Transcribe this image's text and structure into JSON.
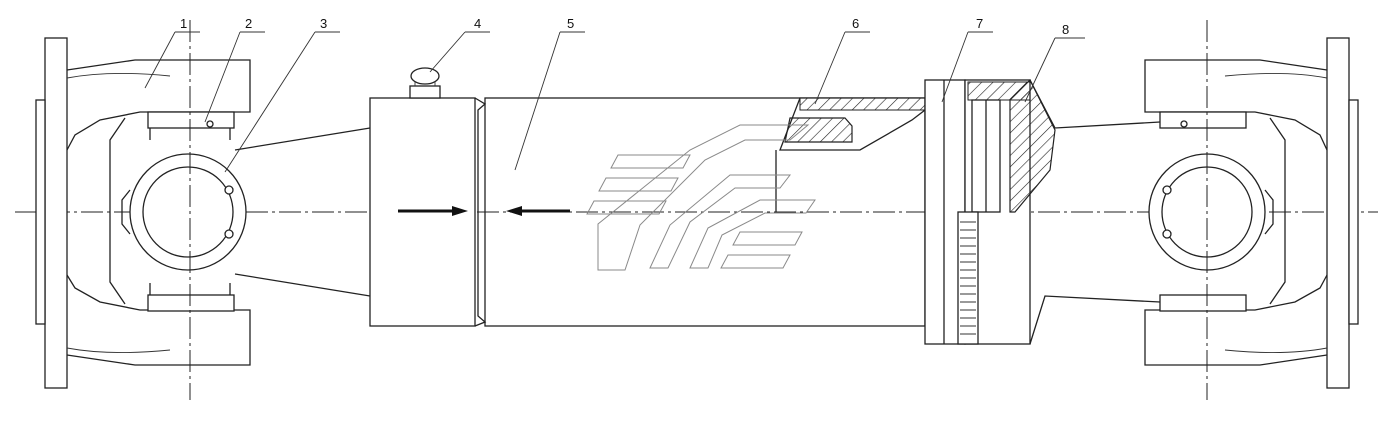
{
  "callouts": [
    {
      "id": "callout-1",
      "label": "1",
      "part": "flange-yoke"
    },
    {
      "id": "callout-2",
      "label": "2",
      "part": "bearing-cap"
    },
    {
      "id": "callout-3",
      "label": "3",
      "part": "cross-spider"
    },
    {
      "id": "callout-4",
      "label": "4",
      "part": "grease-nipple"
    },
    {
      "id": "callout-5",
      "label": "5",
      "part": "shaft-tube"
    },
    {
      "id": "callout-6",
      "label": "6",
      "part": "spline-sleeve"
    },
    {
      "id": "callout-7",
      "label": "7",
      "part": "weld-ring"
    },
    {
      "id": "callout-8",
      "label": "8",
      "part": "tube-yoke"
    }
  ],
  "colors": {
    "line": "#222222",
    "hatch": "#222222",
    "watermark": "#8a8a8a",
    "background": "#ffffff"
  }
}
